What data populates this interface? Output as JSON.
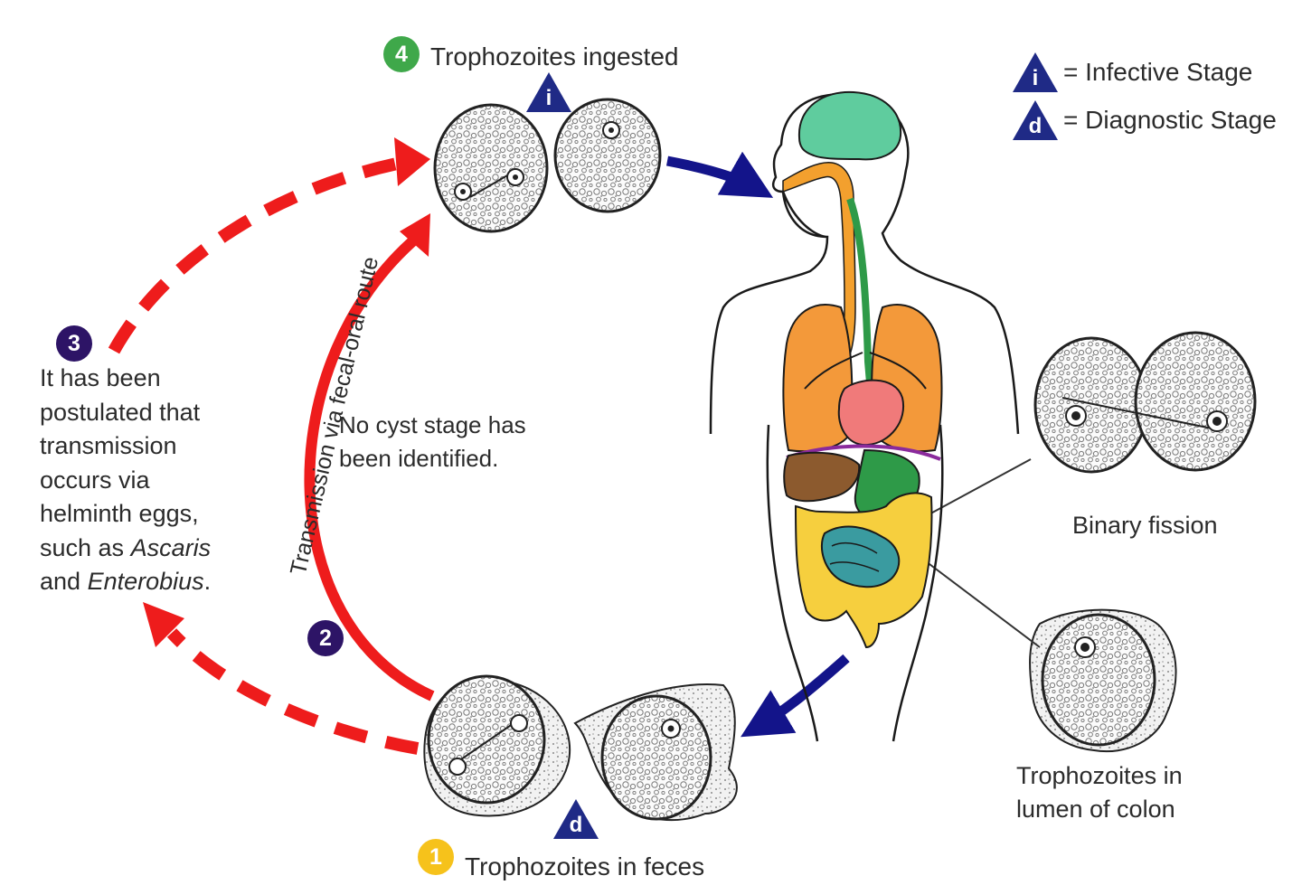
{
  "colors": {
    "arrow_red": "#ee1c1c",
    "arrow_blue": "#13148a",
    "step1": "#f6c21b",
    "step2": "#2d1466",
    "step3": "#2d1466",
    "step4": "#3fa84a",
    "stage_marker": "#1f2a86",
    "brain": "#5fcc9e",
    "airway": "#f3a02e",
    "lungs": "#f3993a",
    "heart": "#f07a7a",
    "stomach": "#2e9a48",
    "liver": "#8c5a2e",
    "colon": "#f6cf3e",
    "small_intestine": "#3a9ba0",
    "diaphragm": "#8a2a9c"
  },
  "legend": {
    "infective": {
      "marker": "i",
      "label": "= Infective Stage"
    },
    "diagnostic": {
      "marker": "d",
      "label": "= Diagnostic Stage"
    }
  },
  "steps": {
    "step4": {
      "number": "4",
      "label": "Trophozoites ingested",
      "marker": "i"
    },
    "step1": {
      "number": "1",
      "label": "Trophozoites in feces",
      "marker": "d"
    },
    "step2": {
      "number": "2",
      "route_label": "Transmission via fecal-oral route",
      "note_lines": [
        "No cyst stage has",
        "been identified."
      ]
    },
    "step3": {
      "number": "3",
      "lines": [
        "It has been",
        "postulated that",
        "transmission",
        "occurs via",
        "helminth eggs,"
      ],
      "line6_prefix": "such as ",
      "line6_italic": "Ascaris",
      "line7_prefix": "and ",
      "line7_italic": "Enterobius",
      "line7_suffix": "."
    }
  },
  "labels": {
    "binary_fission": "Binary fission",
    "lumen_line1": "Trophozoites in",
    "lumen_line2": "lumen of colon"
  }
}
